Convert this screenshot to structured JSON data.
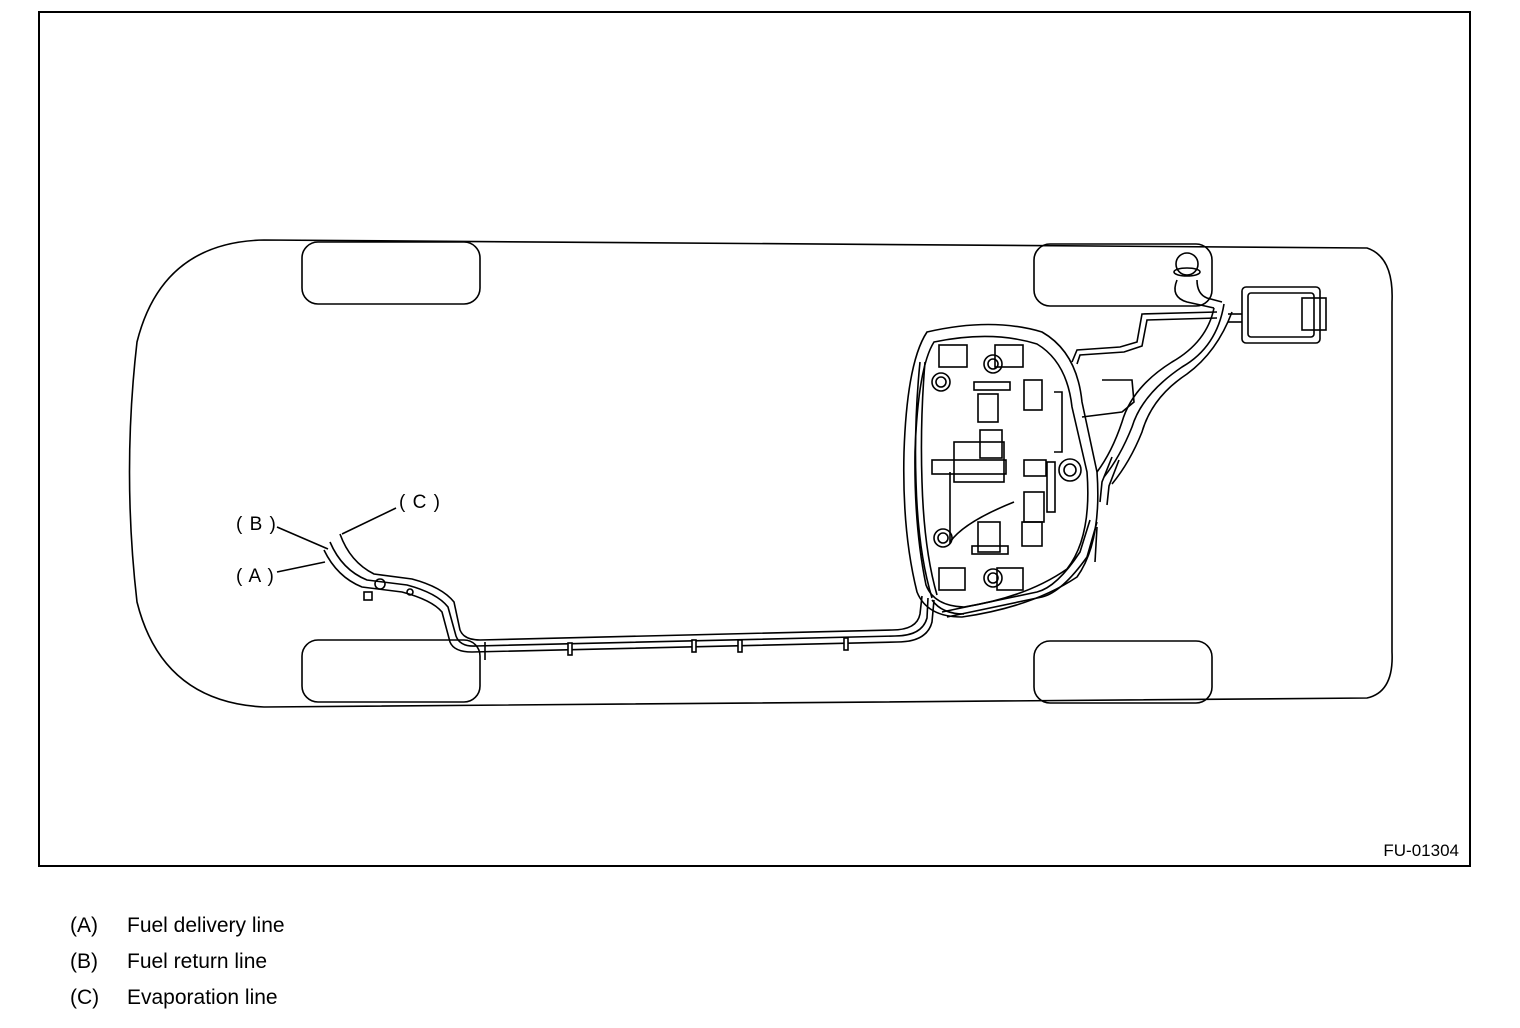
{
  "figure": {
    "id": "FU-01304",
    "callouts": {
      "a": "( A )",
      "b": "( B )",
      "c": "( C )"
    }
  },
  "legend": [
    {
      "key": "(A)",
      "label": "Fuel delivery line"
    },
    {
      "key": "(B)",
      "label": "Fuel return line"
    },
    {
      "key": "(C)",
      "label": "Evaporation line"
    }
  ]
}
